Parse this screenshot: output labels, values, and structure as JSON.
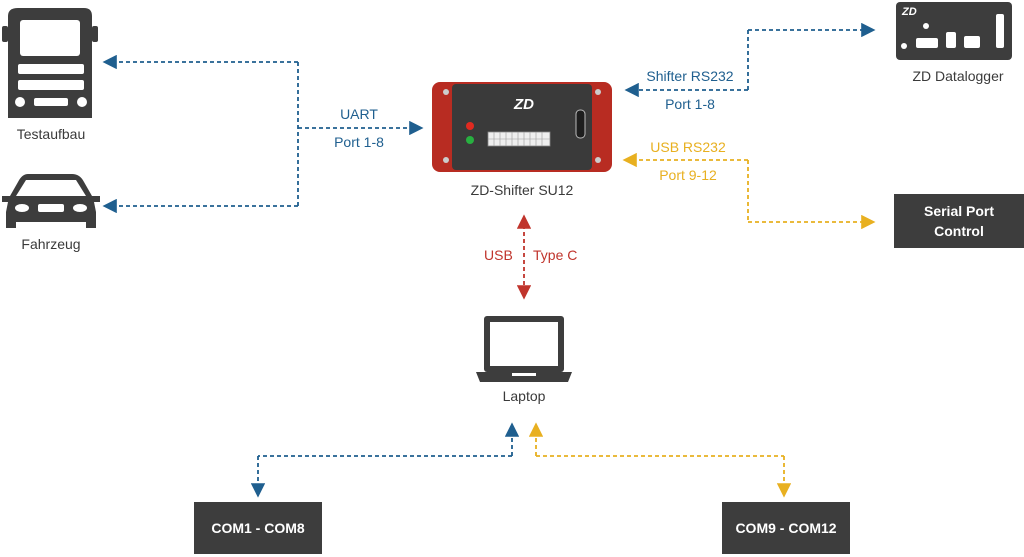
{
  "nodes": {
    "testaufbau": "Testaufbau",
    "fahrzeug": "Fahrzeug",
    "shifter": "ZD-Shifter SU12",
    "datalogger": "ZD Datalogger",
    "serial_port_control": "Serial Port\nControl",
    "laptop": "Laptop",
    "com_left": "COM1 - COM8",
    "com_right": "COM9 - COM12"
  },
  "links": {
    "uart": {
      "name": "UART",
      "ports": "Port 1-8"
    },
    "shifter_rs232": {
      "name": "Shifter RS232",
      "ports": "Port 1-8"
    },
    "usb_rs232": {
      "name": "USB RS232",
      "ports": "Port 9-12"
    },
    "usb": {
      "left": "USB",
      "right": "Type C"
    }
  },
  "logo_text": "ZD",
  "colors": {
    "blue": "#1f5f8f",
    "yellow": "#e8b020",
    "red": "#c0342c",
    "dark": "#3d3d3d",
    "label": "#3a3a3a",
    "shifter_red": "#b82c22"
  }
}
